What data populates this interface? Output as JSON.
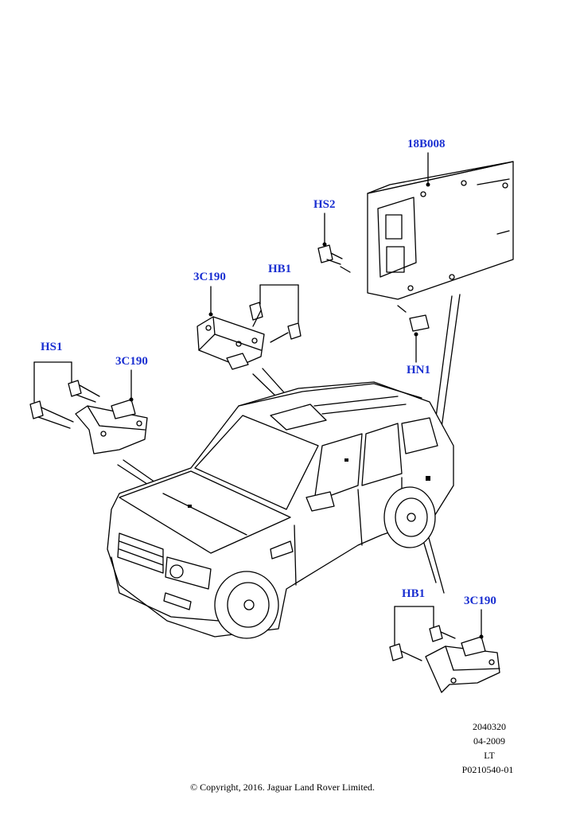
{
  "callouts": {
    "module_18b008": "18B008",
    "hs2": "HS2",
    "hn1": "HN1",
    "bracket_upper": "3C190",
    "hb1_upper": "HB1",
    "hs1": "HS1",
    "bracket_left": "3C190",
    "hb1_lower": "HB1",
    "bracket_lower": "3C190"
  },
  "meta": {
    "number": "2040320",
    "date": "04-2009",
    "code": "LT",
    "figure_ref": "P0210540-01"
  },
  "copyright": "© Copyright, 2016. Jaguar Land Rover Limited.",
  "colors": {
    "callout": "#1a2fd1",
    "line": "#000000"
  }
}
